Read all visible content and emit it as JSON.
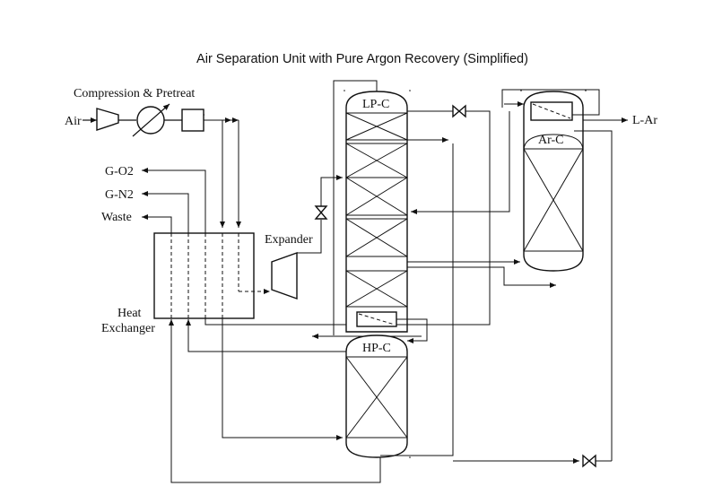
{
  "title": "Air Separation Unit with Pure Argon Recovery (Simplified)",
  "labels": {
    "compression": "Compression & Pretreat",
    "air": "Air",
    "g_o2": "G-O2",
    "g_n2": "G-N2",
    "waste": "Waste",
    "expander": "Expander",
    "heat_exchanger_1": "Heat",
    "heat_exchanger_2": "Exchanger",
    "lp_column": "LP-C",
    "hp_column": "HP-C",
    "ar_column": "Ar-C",
    "l_ar": "L-Ar"
  }
}
